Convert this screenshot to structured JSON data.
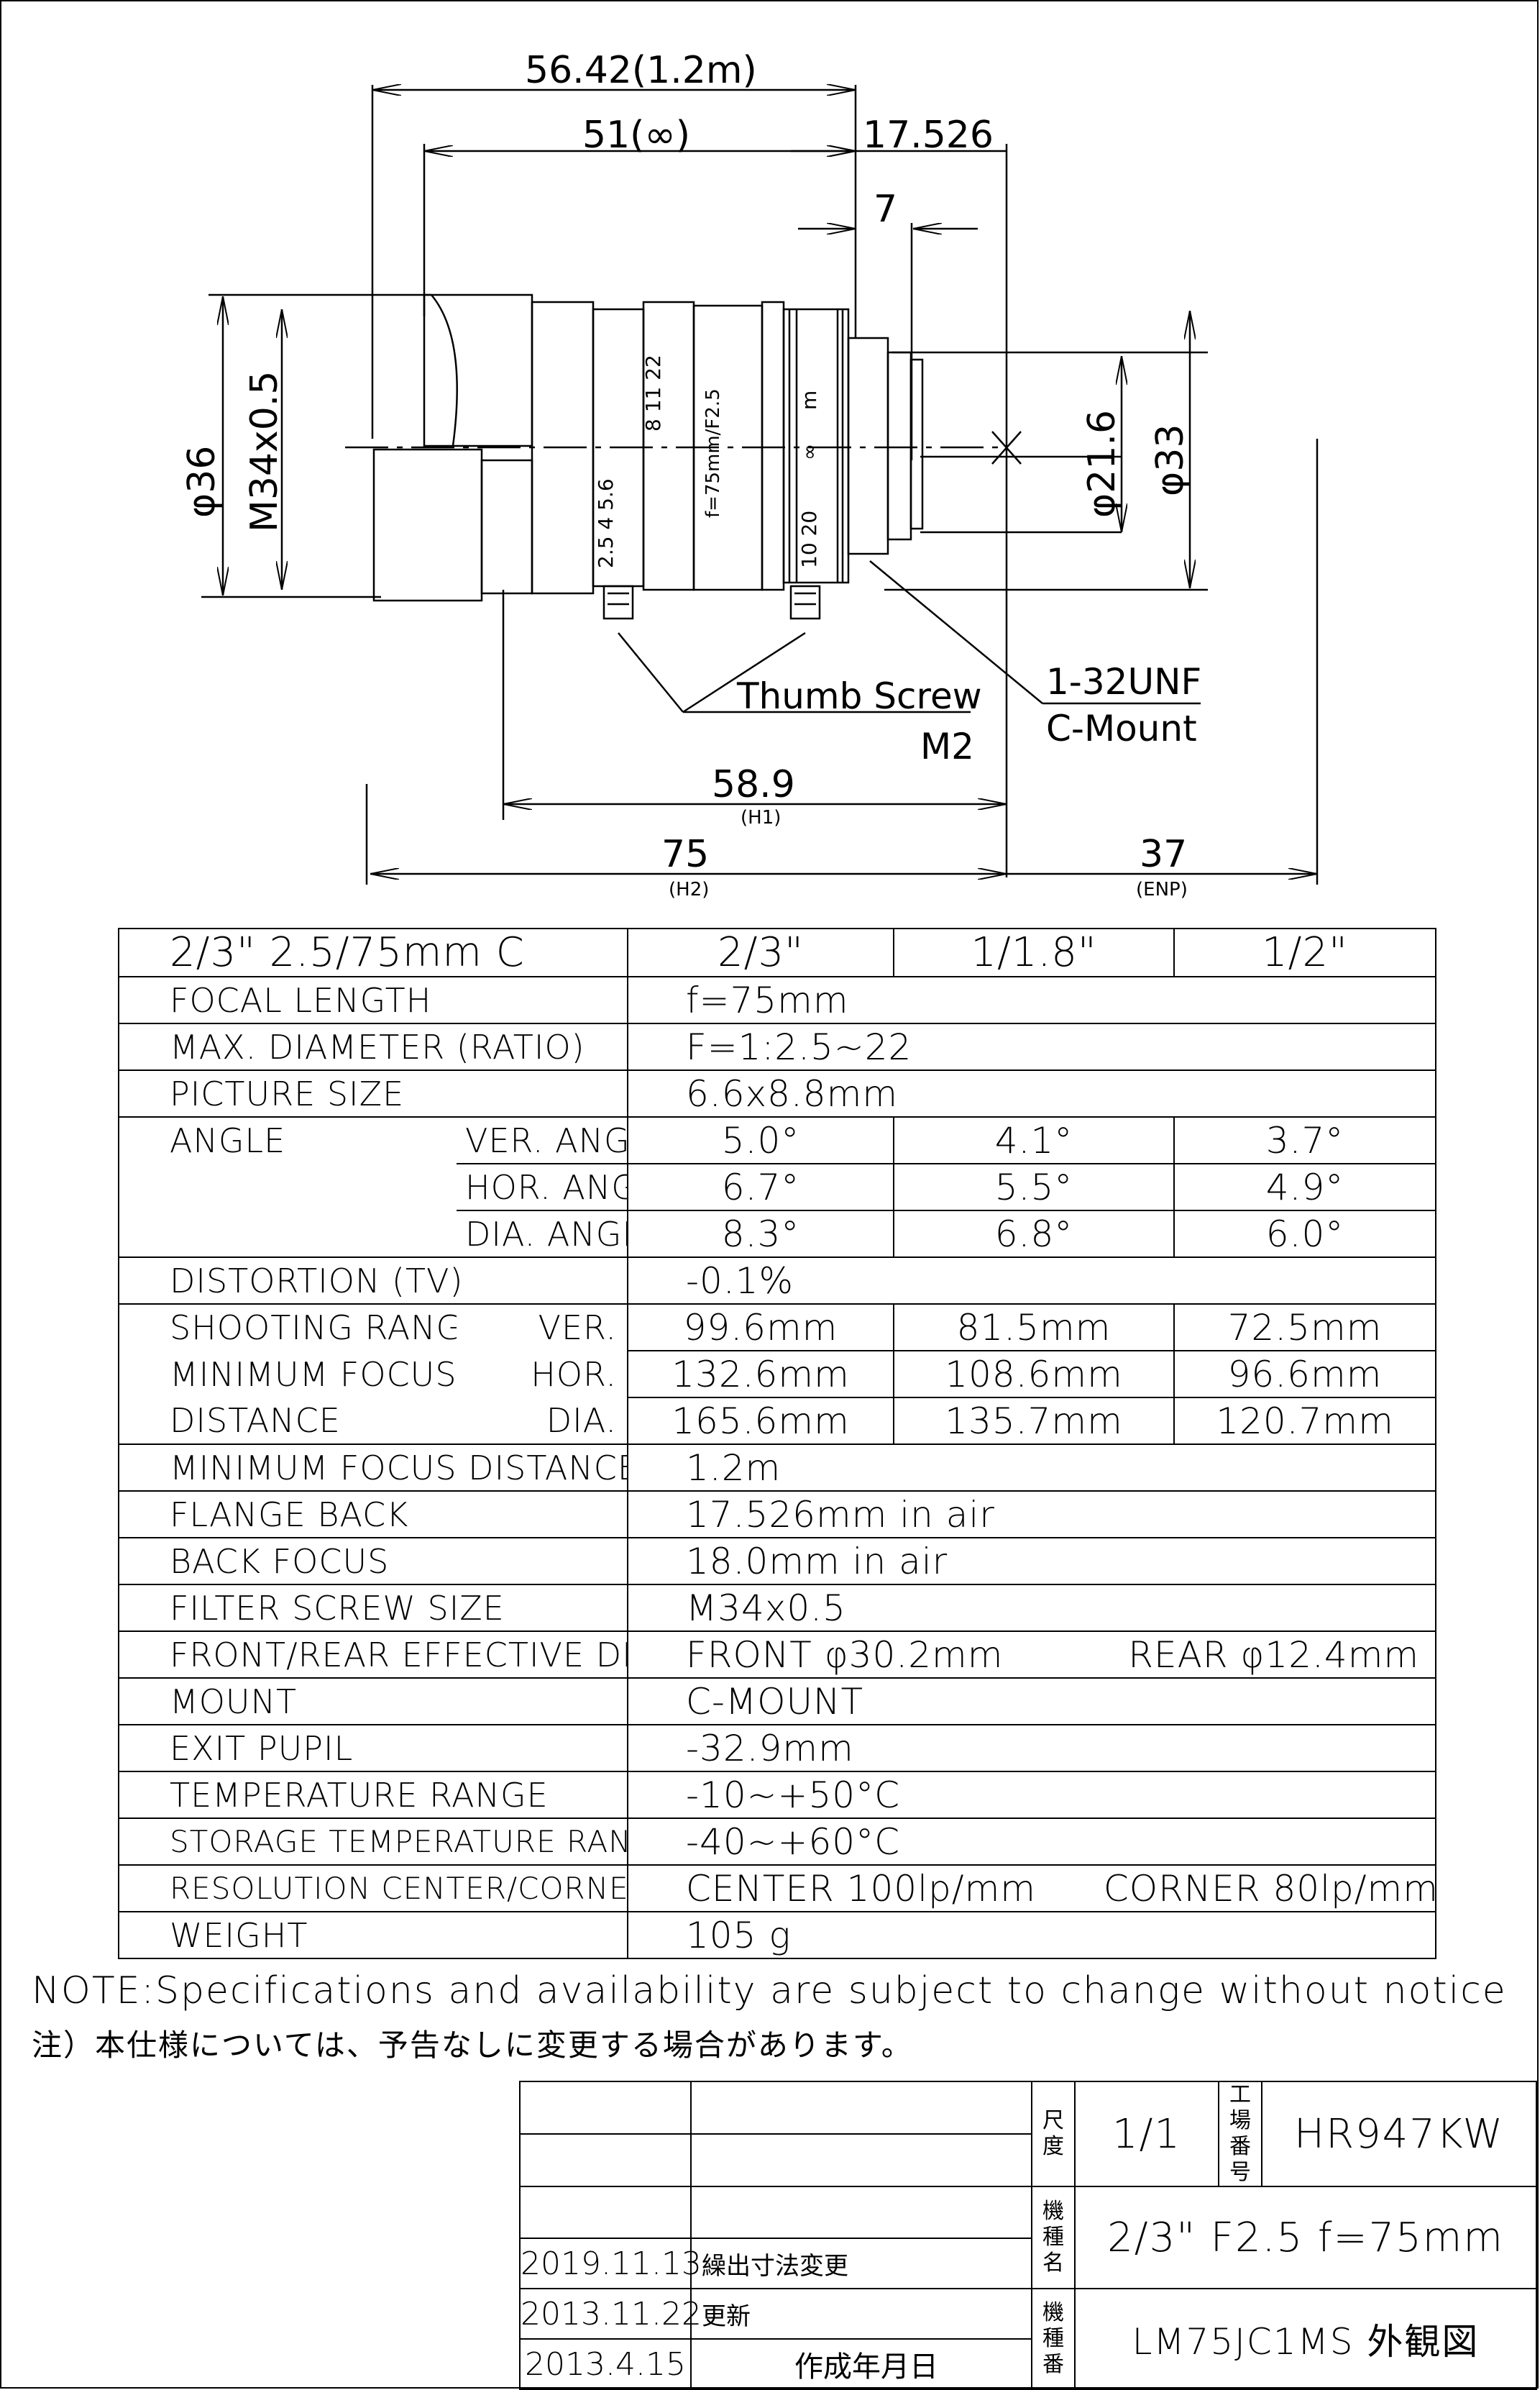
{
  "dimensions": {
    "d1": "56.42(1.2m)",
    "d2": "51(∞)",
    "d3": "17.526",
    "d4": "7",
    "d5": "φ36",
    "d6": "M34x0.5",
    "d7": "φ21.6",
    "d8": "φ33",
    "d9": "58.9",
    "d9_sub": "(H1)",
    "d10": "75",
    "d10_sub": "(H2)",
    "d11": "37",
    "d11_sub": "(ENP)"
  },
  "callouts": {
    "thumb_screw": "Thumb Screw",
    "thumb_screw_size": "M2",
    "mount_thread": "1-32UNF",
    "mount_type": "C-Mount"
  },
  "lens_markings": {
    "iris_top": "8 11 22",
    "iris_bottom": "2.5 4 5.6",
    "focal": "f=75mm/F2.5",
    "focus_top": "m",
    "focus_mid": "∞",
    "focus_bottom": "10 20"
  },
  "spec_table": {
    "header": {
      "model": "2/3\" 2.5/75mm C",
      "col1": "2/3\"",
      "col2": "1/1.8\"",
      "col3": "1/2\""
    },
    "focal_length": {
      "label": "FOCAL LENGTH",
      "value": "f=75mm"
    },
    "max_diameter": {
      "label": "MAX. DIAMETER (RATIO)",
      "value": "F=1:2.5~22"
    },
    "picture_size": {
      "label": "PICTURE SIZE",
      "value": "6.6x8.8mm"
    },
    "angle": {
      "label": "ANGLE",
      "rows": [
        {
          "sub": "VER. ANGLE",
          "v1": "5.0°",
          "v2": "4.1°",
          "v3": "3.7°"
        },
        {
          "sub": "HOR. ANGLE",
          "v1": "6.7°",
          "v2": "5.5°",
          "v3": "4.9°"
        },
        {
          "sub": "DIA. ANGLE",
          "v1": "8.3°",
          "v2": "6.8°",
          "v3": "6.0°"
        }
      ]
    },
    "distortion": {
      "label": "DISTORTION (TV)",
      "value": "-0.1%"
    },
    "shooting_range": {
      "rows": [
        {
          "label": "SHOOTING RANGE AT",
          "sub": "VER.",
          "v1": "99.6mm",
          "v2": "81.5mm",
          "v3": "72.5mm"
        },
        {
          "label": "MINIMUM FOCUS",
          "sub": "HOR.",
          "v1": "132.6mm",
          "v2": "108.6mm",
          "v3": "96.6mm"
        },
        {
          "label": "DISTANCE",
          "sub": "DIA.",
          "v1": "165.6mm",
          "v2": "135.7mm",
          "v3": "120.7mm"
        }
      ]
    },
    "min_focus_distance": {
      "label": "MINIMUM FOCUS DISTANCE",
      "value": "1.2m"
    },
    "flange_back": {
      "label": "FLANGE BACK",
      "value": "17.526mm in air"
    },
    "back_focus": {
      "label": "BACK FOCUS",
      "value": "18.0mm in air"
    },
    "filter_screw": {
      "label": "FILTER SCREW SIZE",
      "value": "M34x0.5"
    },
    "effective_dia": {
      "label": "FRONT/REAR EFFECTIVE DIA.",
      "front": "FRONT φ30.2mm",
      "rear": "REAR φ12.4mm"
    },
    "mount": {
      "label": "MOUNT",
      "value": "C-MOUNT"
    },
    "exit_pupil": {
      "label": "EXIT PUPIL",
      "value": "-32.9mm"
    },
    "temp_range": {
      "label": "TEMPERATURE RANGE",
      "value": "-10~+50°C"
    },
    "storage_temp": {
      "label": "STORAGE TEMPERATURE RANGE",
      "value": "-40~+60°C"
    },
    "resolution": {
      "label": "RESOLUTION CENTER/CORNER",
      "center": "CENTER 100lp/mm",
      "corner": "CORNER 80lp/mm"
    },
    "weight": {
      "label": "WEIGHT",
      "value": "105 g"
    }
  },
  "notes": {
    "en": "NOTE:Specifications and availability are subject to change without notice",
    "jp": "注）本仕様については、予告なしに変更する場合があります。"
  },
  "title_block": {
    "scale_label": "尺度",
    "scale": "1/1",
    "factory_label": "工場番号",
    "factory_no": "HR947KW",
    "model_label": "機種名",
    "model_name": "2/3\" F2.5 f=75mm",
    "number_label": "機種番",
    "model_number": "LM75JC1MS 外観図",
    "revisions": [
      {
        "date": "2019.11.13",
        "desc": "繰出寸法変更"
      },
      {
        "date": "2013.11.22",
        "desc": "更新"
      },
      {
        "date": "2013.4.15",
        "desc": "作成年月日"
      }
    ]
  }
}
